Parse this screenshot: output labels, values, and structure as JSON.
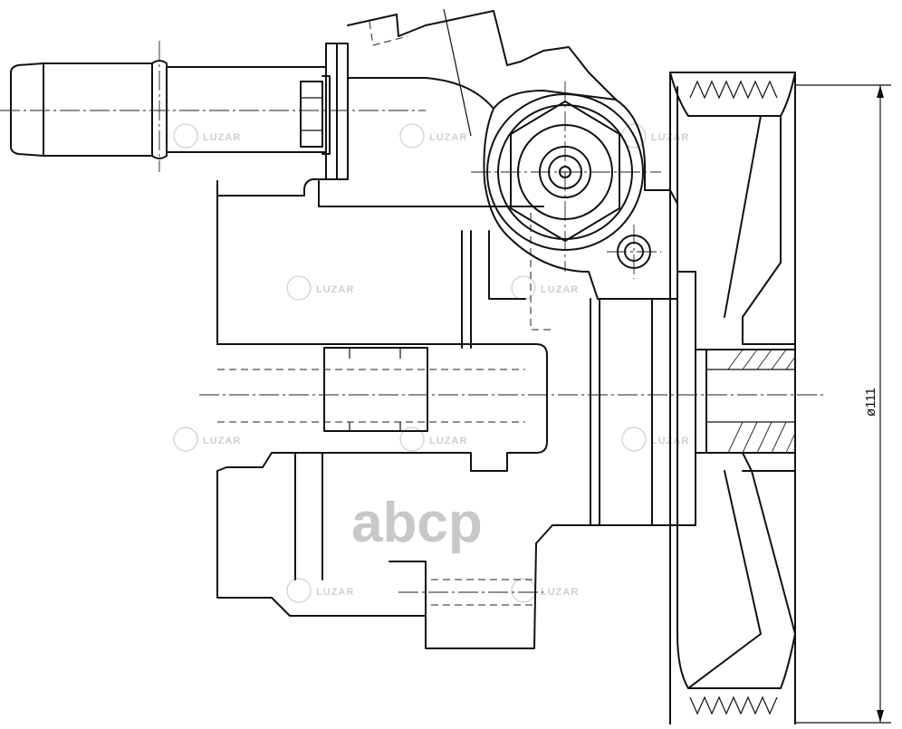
{
  "drawing": {
    "dimension_label": "ø111",
    "center_watermark": "abcp",
    "watermark_brand": "LUZAR",
    "colors": {
      "line": "#111111",
      "watermark": "#c8c8c8",
      "background": "#ffffff"
    }
  }
}
